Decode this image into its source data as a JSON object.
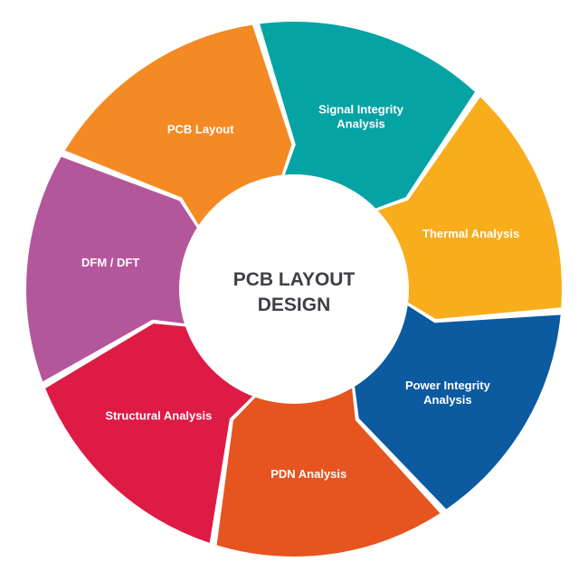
{
  "center": {
    "line1": "PCB LAYOUT",
    "line2": "DESIGN"
  },
  "segments": [
    {
      "lines": [
        "DFM / DFT"
      ],
      "color": "#b4569c"
    },
    {
      "lines": [
        "PCB Layout"
      ],
      "color": "#f48a24"
    },
    {
      "lines": [
        "Signal Integrity",
        "Analysis"
      ],
      "color": "#05a3a4"
    },
    {
      "lines": [
        "Thermal Analysis"
      ],
      "color": "#f8ad1d"
    },
    {
      "lines": [
        "Power Integrity",
        "Analysis"
      ],
      "color": "#0c5aa0"
    },
    {
      "lines": [
        "PDN Analysis"
      ],
      "color": "#e6541f"
    },
    {
      "lines": [
        "Structural Analysis"
      ],
      "color": "#dd1b45"
    }
  ]
}
